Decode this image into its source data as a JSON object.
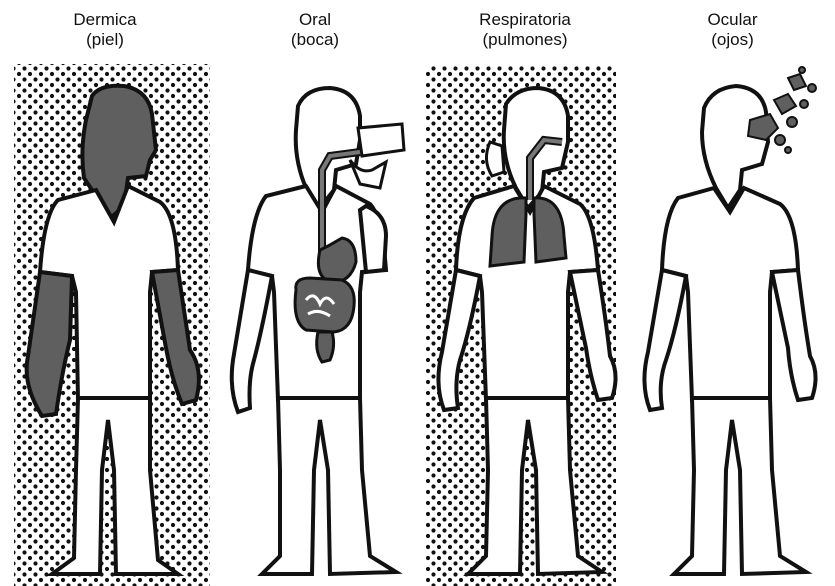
{
  "colors": {
    "ink": "#111111",
    "shade": "#5f5f5f",
    "paper": "#ffffff"
  },
  "figures": [
    {
      "route": "Dermica",
      "organ": "(piel)"
    },
    {
      "route": "Oral",
      "organ": "(boca)"
    },
    {
      "route": "Respiratoria",
      "organ": "(pulmones)"
    },
    {
      "route": "Ocular",
      "organ": "(ojos)"
    }
  ]
}
